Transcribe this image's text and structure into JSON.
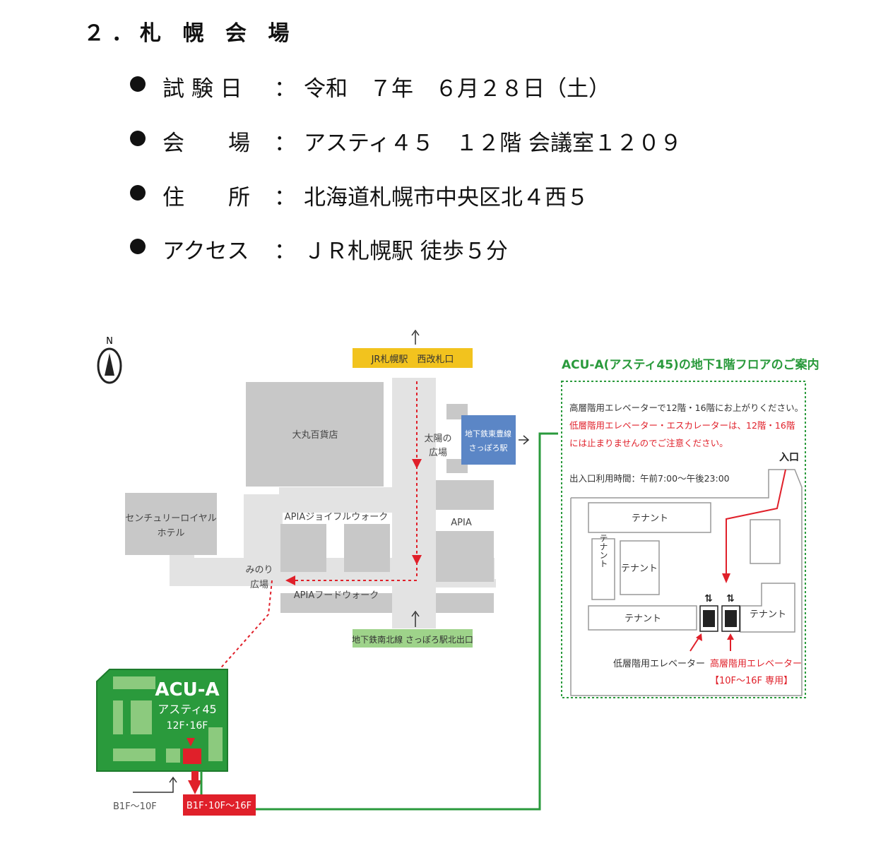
{
  "heading": "２．札 幌 会 場",
  "info": {
    "date": {
      "label": "試 験 日",
      "colon": "：",
      "value": "令和　７年　６月２８日（土）"
    },
    "venue": {
      "label": "会　　場",
      "colon": "：",
      "value": "アスティ４５　１２階 会議室１２０９"
    },
    "address": {
      "label": "住　　所",
      "colon": "：",
      "value": "北海道札幌市中央区北４西５"
    },
    "access": {
      "label": "アクセス",
      "colon": "：",
      "value": "ＪＲ札幌駅 徒歩５分"
    }
  },
  "map": {
    "north": "N",
    "jr_exit": "JR札幌駅　西改札口",
    "daimaru": "大丸百貨店",
    "taiyo_1": "太陽の",
    "taiyo_2": "広場",
    "subway_toho_1": "地下鉄東豊線",
    "subway_toho_2": "さっぽろ駅",
    "century_1": "センチュリーロイヤル",
    "century_2": "ホテル",
    "apia_joy": "APIAジョイフルウォーク",
    "apia": "APIA",
    "minori_1": "みのり",
    "minori_2": "広場",
    "apia_food": "APIAフードウォーク",
    "nanboku_exit": "地下鉄南北線 さっぽろ駅北出口",
    "acua_title": "ACU-A",
    "acua_name": "アスティ45",
    "acua_floors": "12F･16F",
    "b1_low": "B1F〜10F",
    "b1_high": "B1F･10F〜16F",
    "colors": {
      "green": "#2a9a3c",
      "red": "#e0202a",
      "yellow": "#f2c31e",
      "blue": "#5b86c6",
      "gray": "#c8c8c8",
      "light_green": "#9ed38a"
    }
  },
  "guide": {
    "title": "ACU-A(アスティ45)の地下1階フロアのご案内",
    "line1": "高層階用エレベーターで12階・16階にお上がりください。",
    "line2": "低層階用エレベーター・エスカレーターは、12階・16階",
    "line3": "には止まりませんのでご注意ください。",
    "entrance": "入口",
    "hours": "出入口利用時間：午前7:00〜午後23:00",
    "tenant_top": "テナント",
    "tenant_vertical": "テナント",
    "tenant_mid": "テナント",
    "tenant_bottom": "テナント",
    "tenant_right": "テナント",
    "low_elevator": "低層階用エレベーター",
    "high_elevator": "高層階用エレベーター",
    "high_elevator_note": "【10F〜16F 専用】"
  }
}
